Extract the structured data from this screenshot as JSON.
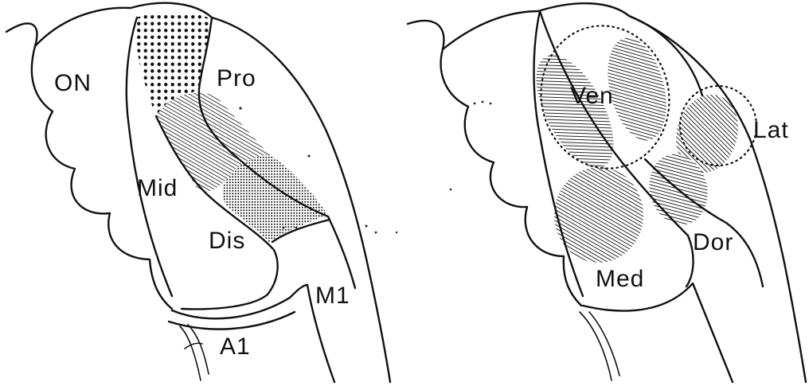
{
  "left_panel": {
    "labels": {
      "on": "ON",
      "pro": "Pro",
      "mid": "Mid",
      "dis": "Dis",
      "m1": "M1",
      "a1": "A1"
    }
  },
  "right_panel": {
    "labels": {
      "ven": "Ven",
      "lat": "Lat",
      "dor": "Dor",
      "med": "Med"
    }
  },
  "colors": {
    "ink": "#111111",
    "background": "#ffffff"
  }
}
